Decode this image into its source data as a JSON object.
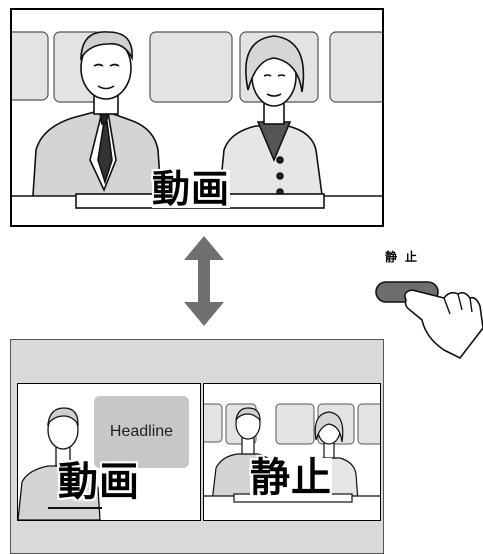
{
  "top_screen": {
    "label": "動画"
  },
  "arrow": {
    "icon": "double-vertical-arrow-icon",
    "color": "#707070"
  },
  "button": {
    "label": "静止",
    "color": "#6e6e6e"
  },
  "bottom_screen": {
    "background": "#d9d9d9",
    "left_pane": {
      "label": "動画",
      "headline": "Headline"
    },
    "right_pane": {
      "label": "静止"
    }
  }
}
